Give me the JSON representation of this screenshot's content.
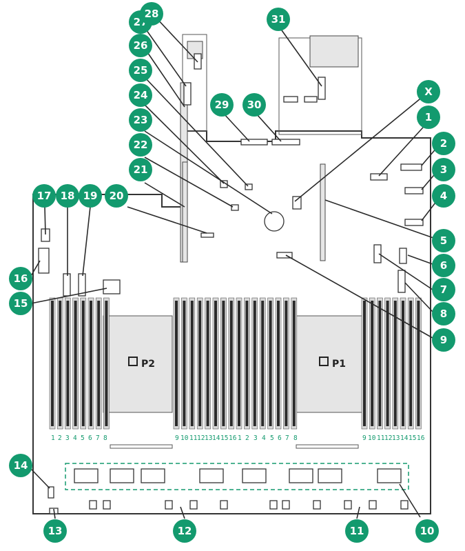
{
  "processors": [
    {
      "label": "P2"
    },
    {
      "label": "P1"
    }
  ],
  "dimm_slot_numbers": {
    "p2_left": [
      "1",
      "2",
      "3",
      "4",
      "5",
      "6",
      "7",
      "8"
    ],
    "p2_right": [
      "9",
      "10",
      "11",
      "12",
      "13",
      "14",
      "15",
      "16"
    ],
    "p1_left": [
      "1",
      "2",
      "3",
      "4",
      "5",
      "6",
      "7",
      "8"
    ],
    "p1_right": [
      "9",
      "10",
      "11",
      "12",
      "13",
      "14",
      "15",
      "16"
    ]
  },
  "callouts": [
    "1",
    "2",
    "3",
    "4",
    "5",
    "6",
    "7",
    "8",
    "9",
    "10",
    "11",
    "12",
    "13",
    "14",
    "15",
    "16",
    "17",
    "18",
    "19",
    "20",
    "21",
    "22",
    "23",
    "24",
    "25",
    "26",
    "27",
    "28",
    "29",
    "30",
    "31",
    "X"
  ],
  "colors": {
    "callout": "#139a6e",
    "dimm_numbers": "#139a6e",
    "outline": "#333333"
  }
}
